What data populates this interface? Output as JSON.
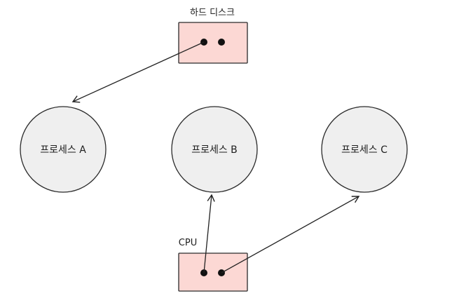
{
  "harddisk": {
    "label": "하드 디스크"
  },
  "cpu": {
    "label": "CPU"
  },
  "processes": [
    {
      "label": "프로세스 A"
    },
    {
      "label": "프로세스 B"
    },
    {
      "label": "프로세스 C"
    }
  ],
  "colors": {
    "box_fill": "#fcd8d4",
    "box_stroke": "#2a2a2a",
    "circle_fill": "#efefef",
    "circle_stroke": "#2a2a2a",
    "arrow": "#222222",
    "dot": "#111111"
  }
}
